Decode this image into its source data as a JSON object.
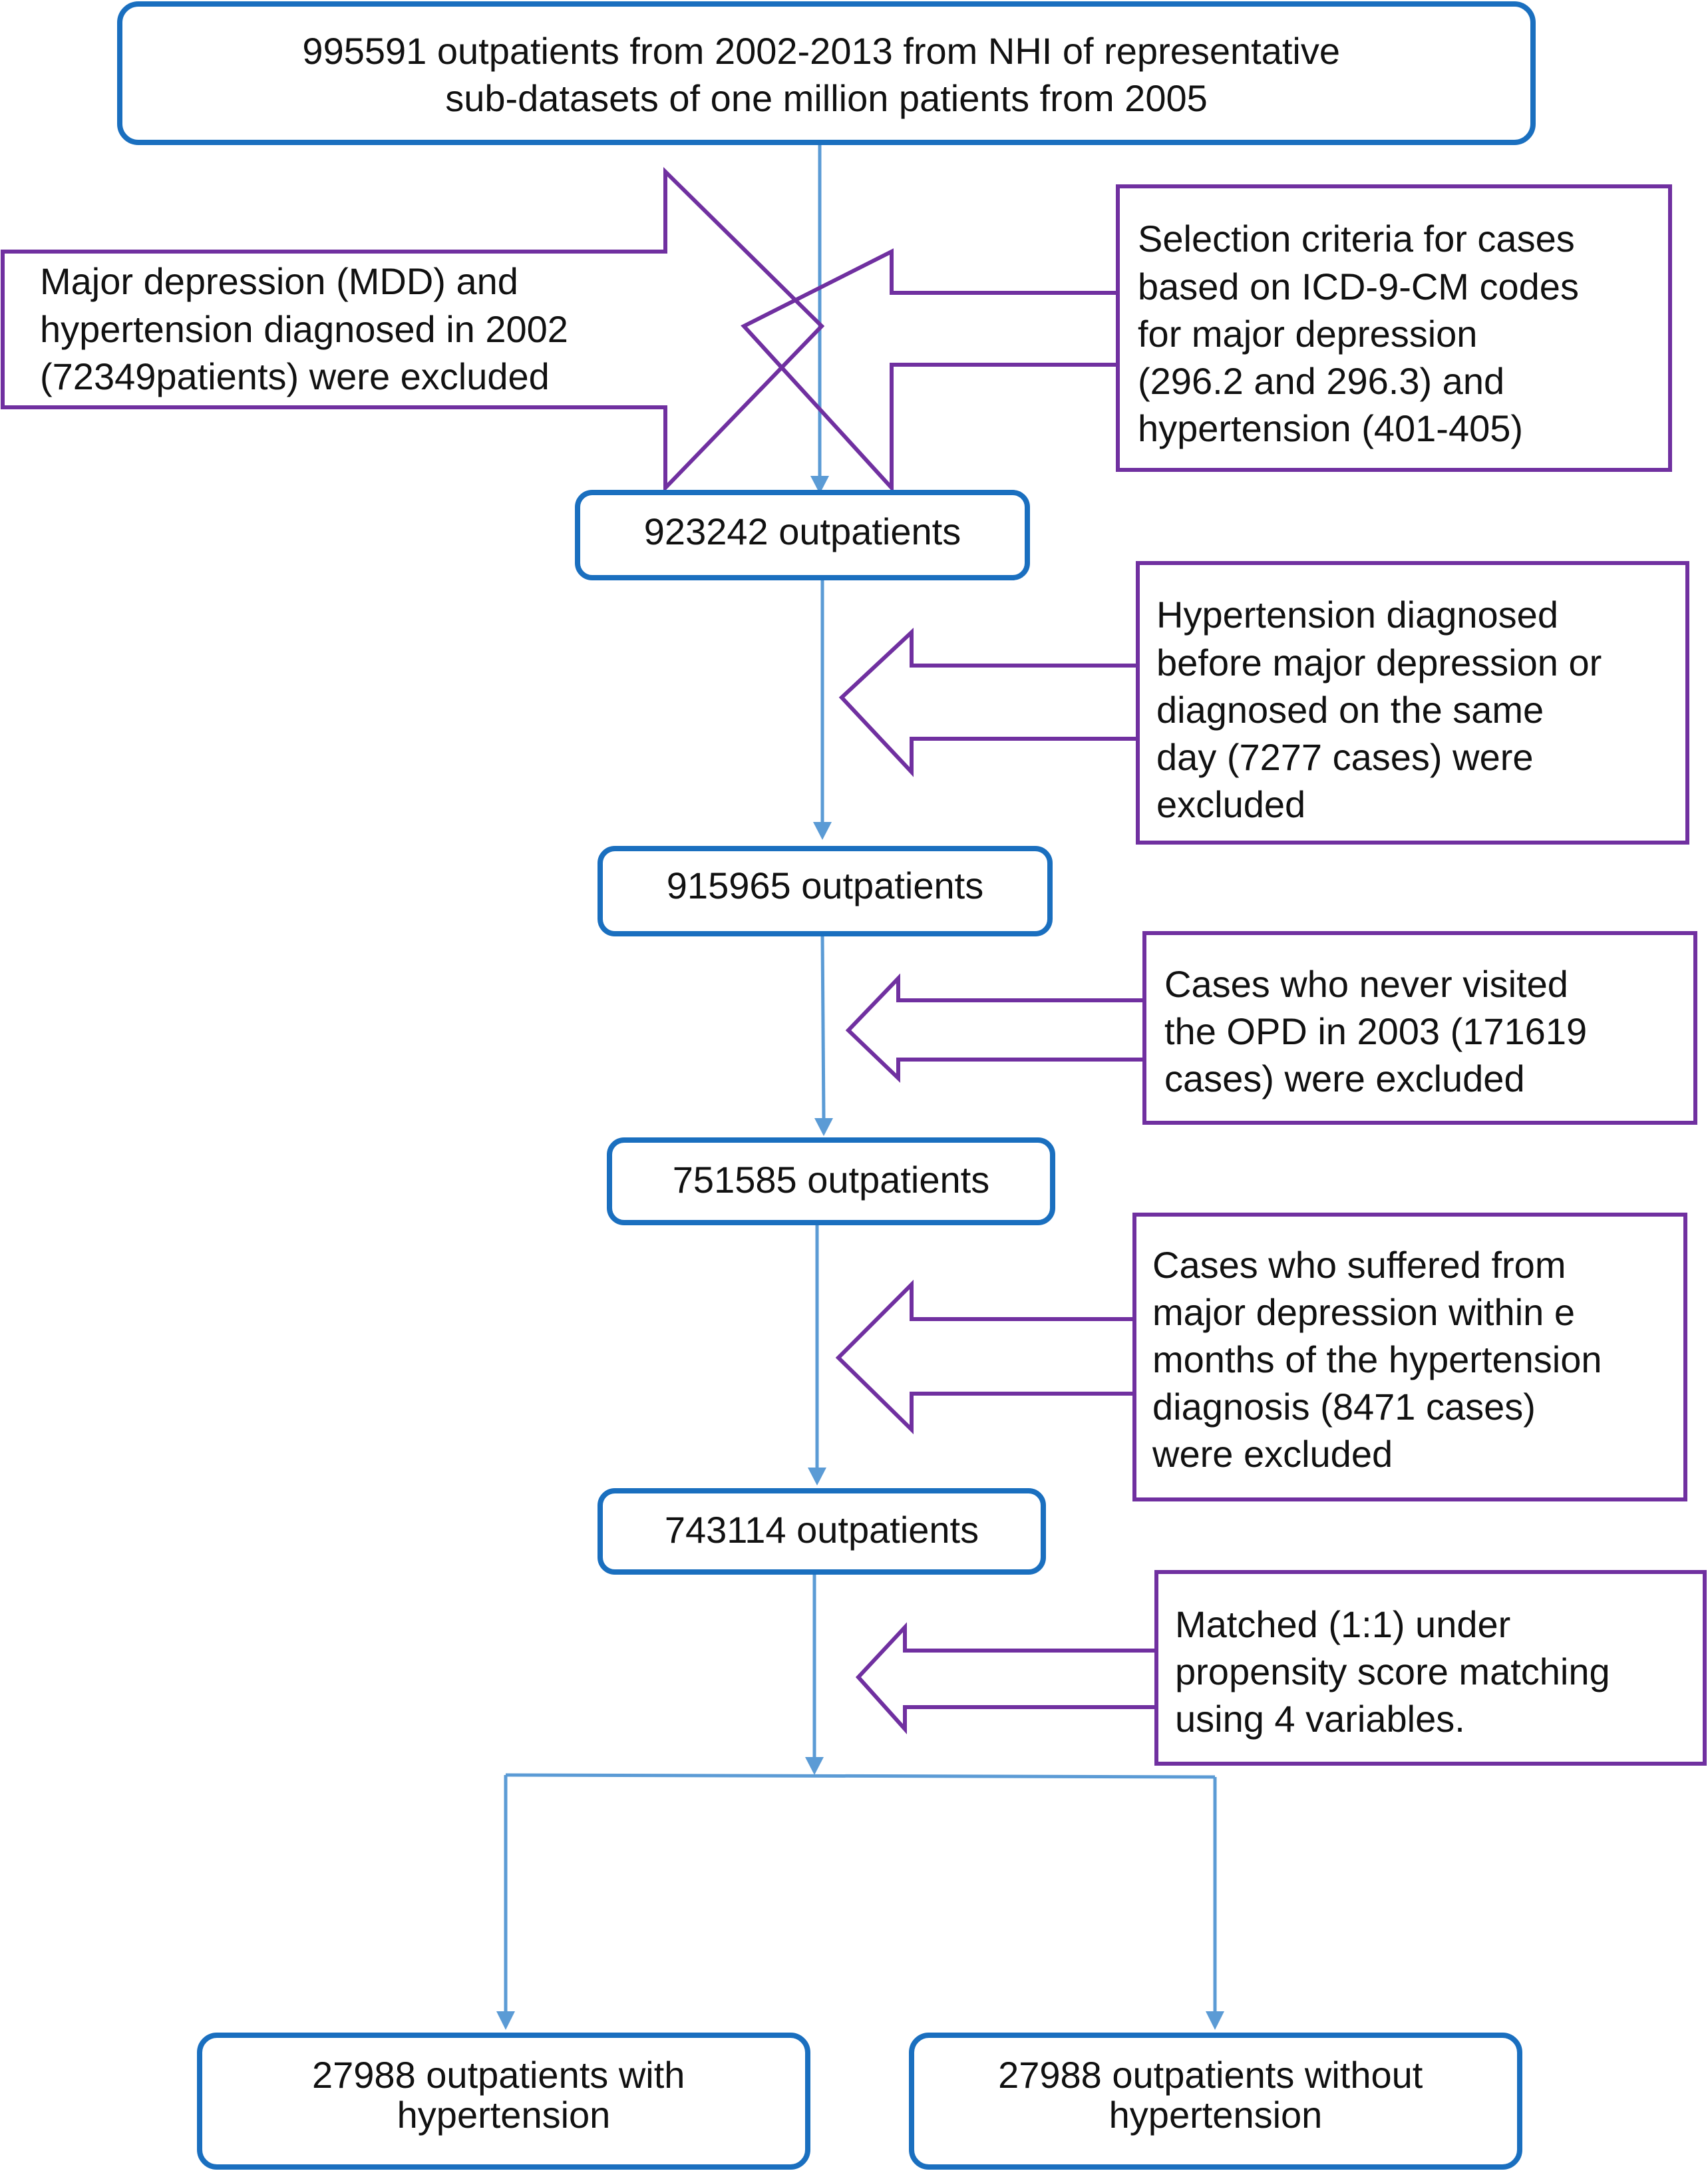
{
  "colors": {
    "main_box_border": "#1a6fbf",
    "exclusion_border": "#7030a0",
    "flow_line": "#5b9bd5"
  },
  "main_boxes": {
    "start": [
      "995591 outpatients from 2002-2013 from NHI of representative",
      "sub-datasets of one million patients from 2005"
    ],
    "step1": [
      "923242 outpatients"
    ],
    "step2": [
      "915965 outpatients"
    ],
    "step3": [
      "751585 outpatients"
    ],
    "step4": [
      "743114 outpatients"
    ],
    "group_with": [
      "27988 outpatients with",
      "hypertension"
    ],
    "group_without": [
      "27988 outpatients without",
      "hypertension"
    ]
  },
  "side_boxes": {
    "left_exclusion": [
      "Major depression (MDD) and",
      "hypertension diagnosed in 2002",
      "(72349patients) were excluded"
    ],
    "selection_criteria": [
      "Selection criteria for cases",
      "based on ICD-9-CM codes",
      "for major depression",
      "(296.2 and 296.3) and",
      "hypertension (401-405)"
    ],
    "exclusion2": [
      "Hypertension diagnosed",
      "before major depression or",
      "diagnosed on the same",
      "day (7277 cases) were",
      "excluded"
    ],
    "exclusion3": [
      "Cases who never visited",
      "the OPD in 2003 (171619",
      "cases) were excluded"
    ],
    "exclusion4": [
      "Cases who suffered from",
      "major depression within e",
      "months of the hypertension",
      "diagnosis (8471 cases)",
      "were excluded"
    ],
    "matching": [
      "Matched (1:1) under",
      "propensity score matching",
      "using 4 variables."
    ]
  }
}
